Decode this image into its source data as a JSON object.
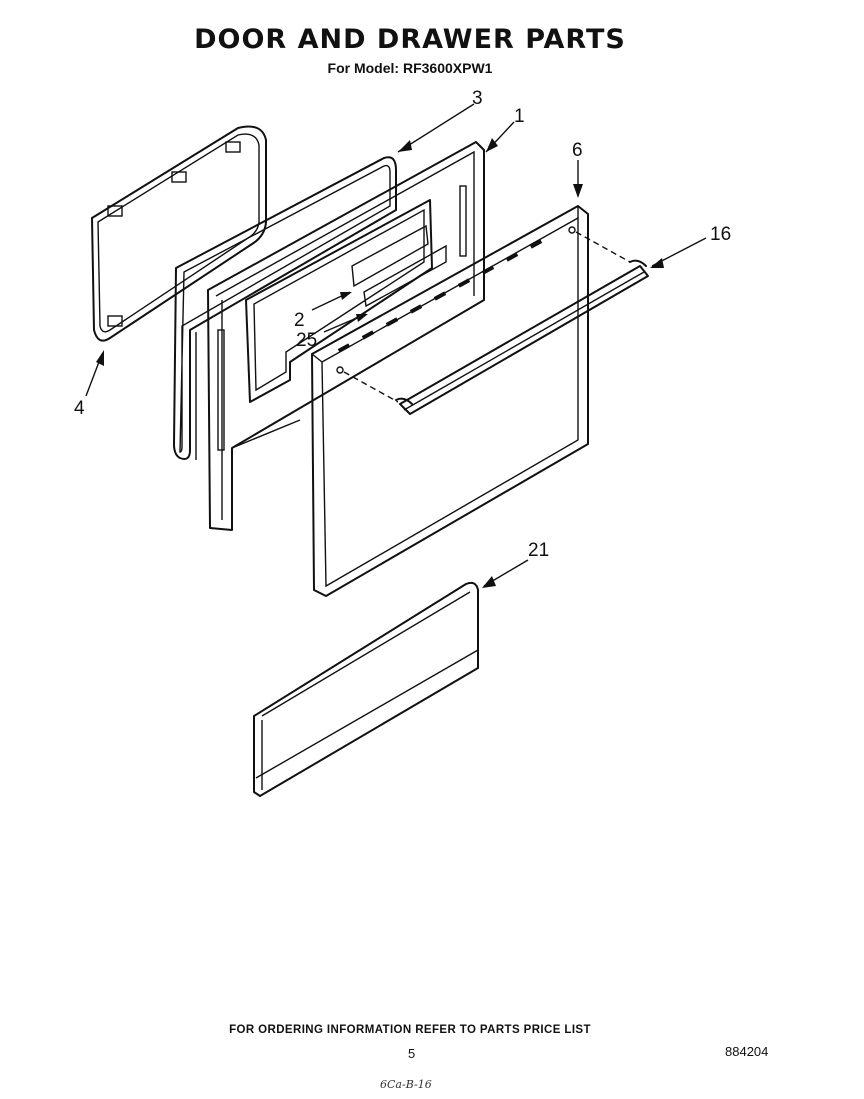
{
  "header": {
    "title": "DOOR AND DRAWER PARTS",
    "model_line": "For Model: RF3600XPW1"
  },
  "callouts": {
    "c1": "1",
    "c2": "2",
    "c3": "3",
    "c4": "4",
    "c6": "6",
    "c16": "16",
    "c21": "21",
    "c25": "25"
  },
  "footer": {
    "ordering_note": "FOR ORDERING INFORMATION REFER TO PARTS PRICE LIST",
    "page_number": "5",
    "document_number": "884204",
    "handwritten_note": "6Ca-B-16"
  }
}
